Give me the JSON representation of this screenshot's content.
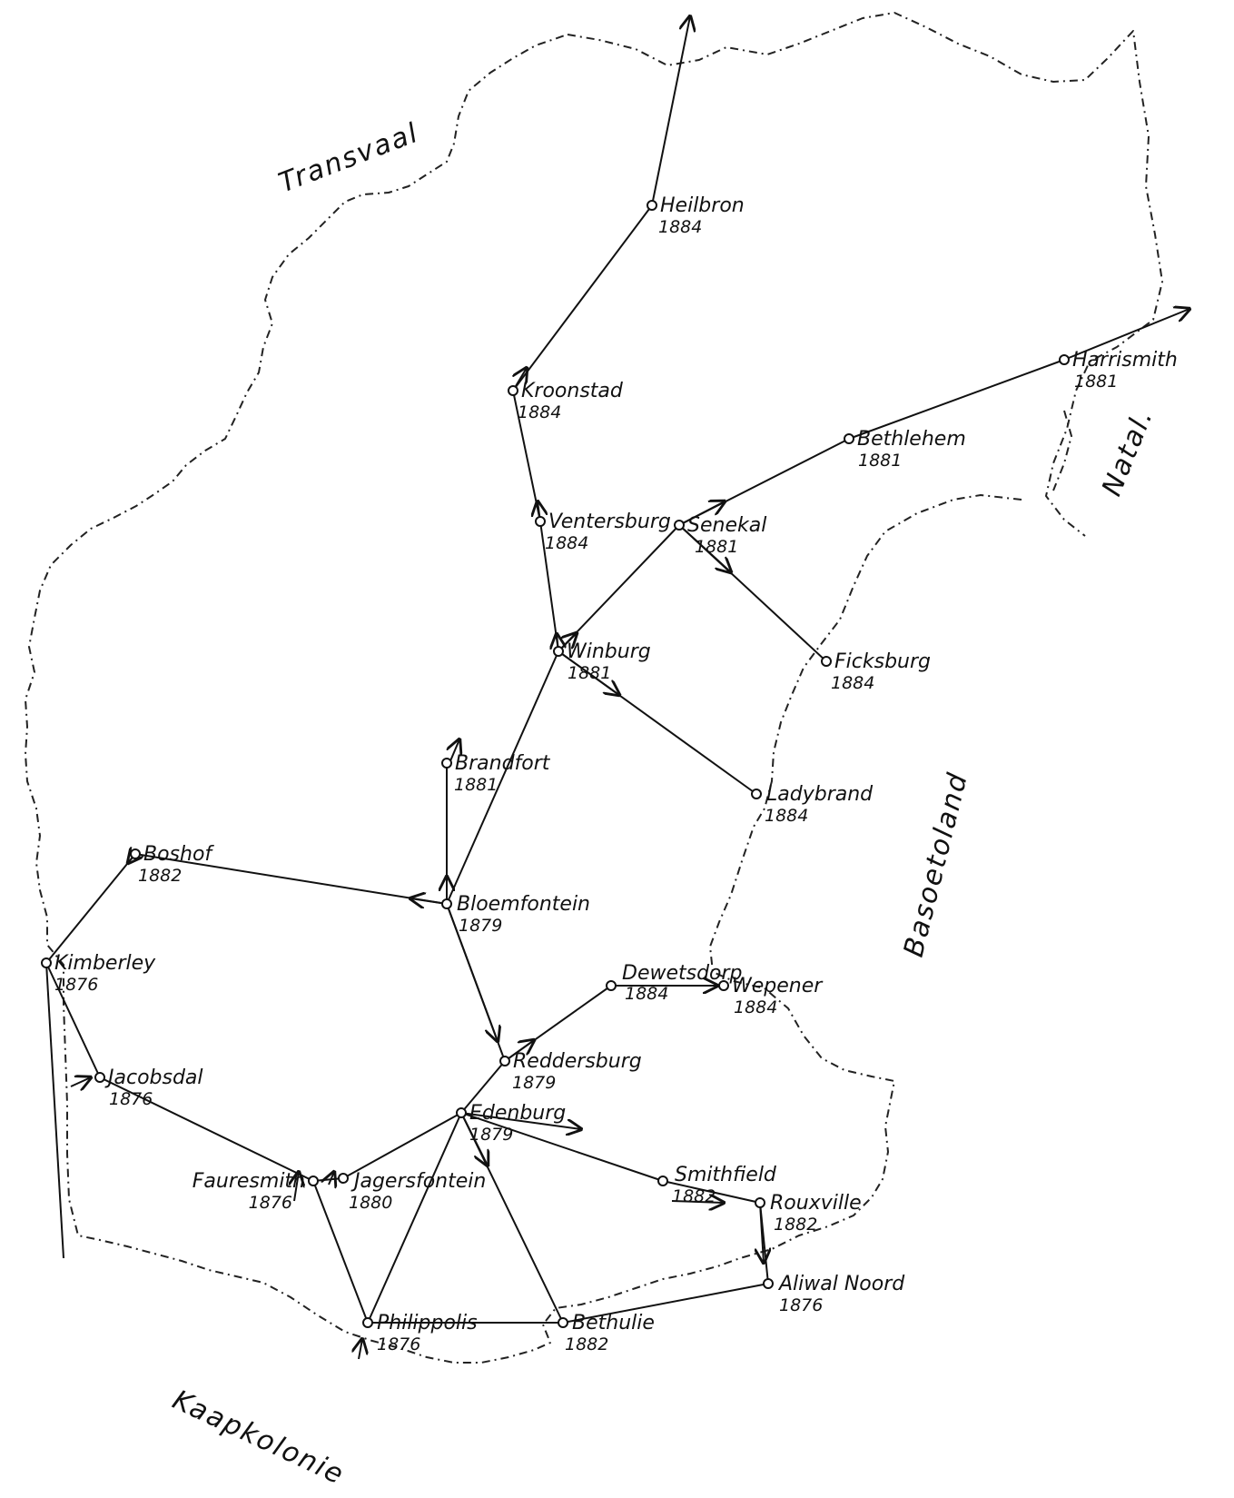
{
  "regions": [
    {
      "key": "transvaal",
      "label": "Transvaal"
    },
    {
      "key": "natal",
      "label": "Natal."
    },
    {
      "key": "basoetoland",
      "label": "Basoetoland"
    },
    {
      "key": "kaapkolonie",
      "label": "Kaapkolonie"
    }
  ],
  "towns": [
    {
      "name": "Heilbron",
      "year": "1884"
    },
    {
      "name": "Kroonstad",
      "year": "1884"
    },
    {
      "name": "Ventersburg",
      "year": "1884"
    },
    {
      "name": "Senekal",
      "year": "1881"
    },
    {
      "name": "Bethlehem",
      "year": "1881"
    },
    {
      "name": "Harrismith",
      "year": "1881"
    },
    {
      "name": "Winburg",
      "year": "1881"
    },
    {
      "name": "Ficksburg",
      "year": "1884"
    },
    {
      "name": "Ladybrand",
      "year": "1884"
    },
    {
      "name": "Brandfort",
      "year": "1881"
    },
    {
      "name": "Boshof",
      "year": "1882"
    },
    {
      "name": "Bloemfontein",
      "year": "1879"
    },
    {
      "name": "Kimberley",
      "year": "1876"
    },
    {
      "name": "Dewetsdorp",
      "year": "1884"
    },
    {
      "name": "Wepener",
      "year": "1884"
    },
    {
      "name": "Reddersburg",
      "year": "1879"
    },
    {
      "name": "Jacobsdal",
      "year": "1876"
    },
    {
      "name": "Edenburg",
      "year": "1879"
    },
    {
      "name": "Fauresmith",
      "year": "1876"
    },
    {
      "name": "Jagersfontein",
      "year": "1880"
    },
    {
      "name": "Smithfield",
      "year": "1882"
    },
    {
      "name": "Rouxville",
      "year": "1882"
    },
    {
      "name": "Aliwal Noord",
      "year": "1876"
    },
    {
      "name": "Philippolis",
      "year": "1876"
    },
    {
      "name": "Bethulie",
      "year": "1882"
    }
  ]
}
